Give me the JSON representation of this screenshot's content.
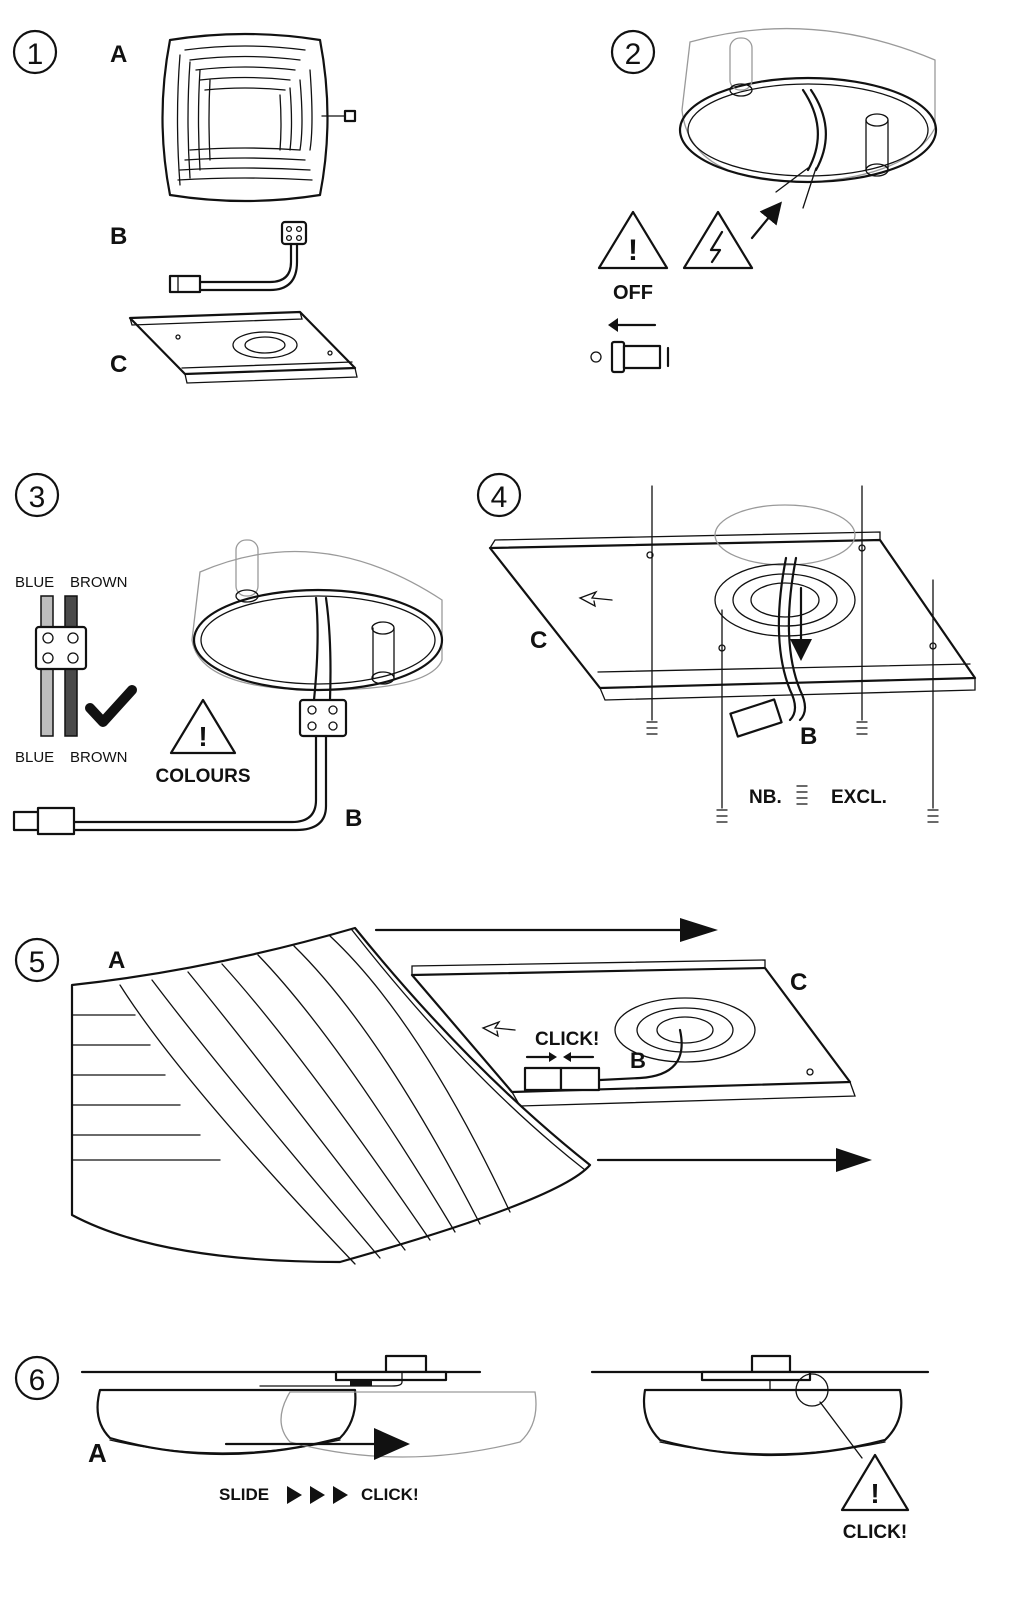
{
  "steps": [
    "1",
    "2",
    "3",
    "4",
    "5",
    "6"
  ],
  "step1": {
    "labels": [
      "A",
      "B",
      "C"
    ]
  },
  "step2": {
    "off_label": "OFF"
  },
  "step3": {
    "wire_top_left": "BLUE",
    "wire_top_right": "BROWN",
    "wire_bottom_left": "BLUE",
    "wire_bottom_right": "BROWN",
    "warning_label": "COLOURS",
    "connector_label": "B"
  },
  "step4": {
    "plate_label": "C",
    "connector_label": "B",
    "nb_label": "NB.",
    "excl_label": "EXCL."
  },
  "step5": {
    "shade_label": "A",
    "plate_label": "C",
    "connector_label": "B",
    "click_label": "CLICK!"
  },
  "step6": {
    "shade_label": "A",
    "slide_label": "SLIDE",
    "click_label": "CLICK!",
    "click_label_2": "CLICK!"
  }
}
